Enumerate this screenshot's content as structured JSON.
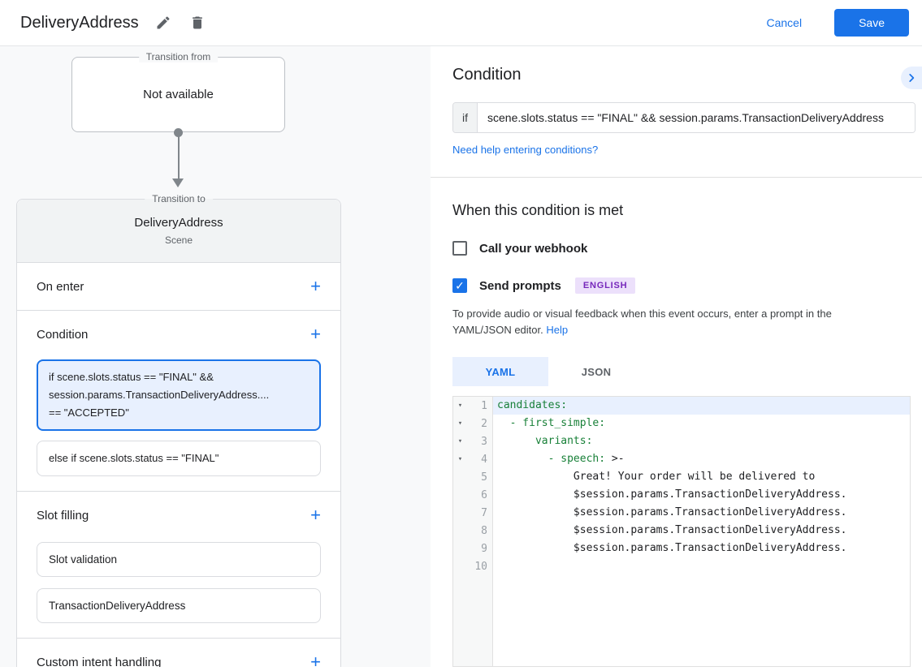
{
  "header": {
    "title": "DeliveryAddress",
    "cancel": "Cancel",
    "save": "Save"
  },
  "flow": {
    "transition_from_label": "Transition from",
    "transition_from_value": "Not available",
    "transition_to_label": "Transition to",
    "scene_name": "DeliveryAddress",
    "scene_type": "Scene",
    "on_enter_label": "On enter",
    "condition_label": "Condition",
    "slot_filling_label": "Slot filling",
    "custom_intent_label": "Custom intent handling",
    "condition_cards": [
      {
        "selected": true,
        "lines": [
          "if scene.slots.status == \"FINAL\" &&",
          "session.params.TransactionDeliveryAddress....",
          "== \"ACCEPTED\""
        ]
      },
      {
        "selected": false,
        "lines": [
          "else if scene.slots.status == \"FINAL\""
        ]
      }
    ],
    "slot_cards": [
      "Slot validation",
      "TransactionDeliveryAddress"
    ]
  },
  "panel": {
    "title": "Condition",
    "if_label": "if",
    "condition_value": "scene.slots.status == \"FINAL\" && session.params.TransactionDeliveryAddress",
    "help_link": "Need help entering conditions?",
    "met_title": "When this condition is met",
    "webhook_label": "Call your webhook",
    "prompts_label": "Send prompts",
    "language_badge": "ENGLISH",
    "hint_text": "To provide audio or visual feedback when this event occurs, enter a prompt in the YAML/JSON editor. ",
    "hint_link": "Help",
    "tabs": [
      {
        "label": "YAML",
        "active": true
      },
      {
        "label": "JSON",
        "active": false
      }
    ]
  },
  "editor": {
    "lines": [
      {
        "num": "1",
        "fold": true,
        "highlight": true,
        "tokens": [
          [
            "k",
            "candidates:"
          ]
        ]
      },
      {
        "num": "2",
        "fold": true,
        "highlight": false,
        "tokens": [
          [
            "p",
            "  "
          ],
          [
            "k",
            "- first_simple:"
          ]
        ]
      },
      {
        "num": "3",
        "fold": true,
        "highlight": false,
        "tokens": [
          [
            "p",
            "      "
          ],
          [
            "k",
            "variants:"
          ]
        ]
      },
      {
        "num": "4",
        "fold": true,
        "highlight": false,
        "tokens": [
          [
            "p",
            "        "
          ],
          [
            "k",
            "- speech:"
          ],
          [
            "p",
            " >-"
          ]
        ]
      },
      {
        "num": "5",
        "fold": false,
        "highlight": false,
        "tokens": [
          [
            "p",
            "            Great! Your order will be delivered to"
          ]
        ]
      },
      {
        "num": "6",
        "fold": false,
        "highlight": false,
        "tokens": [
          [
            "p",
            "            $session.params.TransactionDeliveryAddress."
          ]
        ]
      },
      {
        "num": "7",
        "fold": false,
        "highlight": false,
        "tokens": [
          [
            "p",
            "            $session.params.TransactionDeliveryAddress."
          ]
        ]
      },
      {
        "num": "8",
        "fold": false,
        "highlight": false,
        "tokens": [
          [
            "p",
            "            $session.params.TransactionDeliveryAddress."
          ]
        ]
      },
      {
        "num": "9",
        "fold": false,
        "highlight": false,
        "tokens": [
          [
            "p",
            "            $session.params.TransactionDeliveryAddress."
          ]
        ]
      },
      {
        "num": "10",
        "fold": false,
        "highlight": false,
        "tokens": []
      }
    ]
  },
  "colors": {
    "accent_blue": "#1a73e8",
    "selected_bg": "#e8f0fe",
    "code_key_green": "#188038",
    "badge_bg": "#ece0fb",
    "badge_text": "#7627bb",
    "panel_gray": "#f8f9fa"
  }
}
